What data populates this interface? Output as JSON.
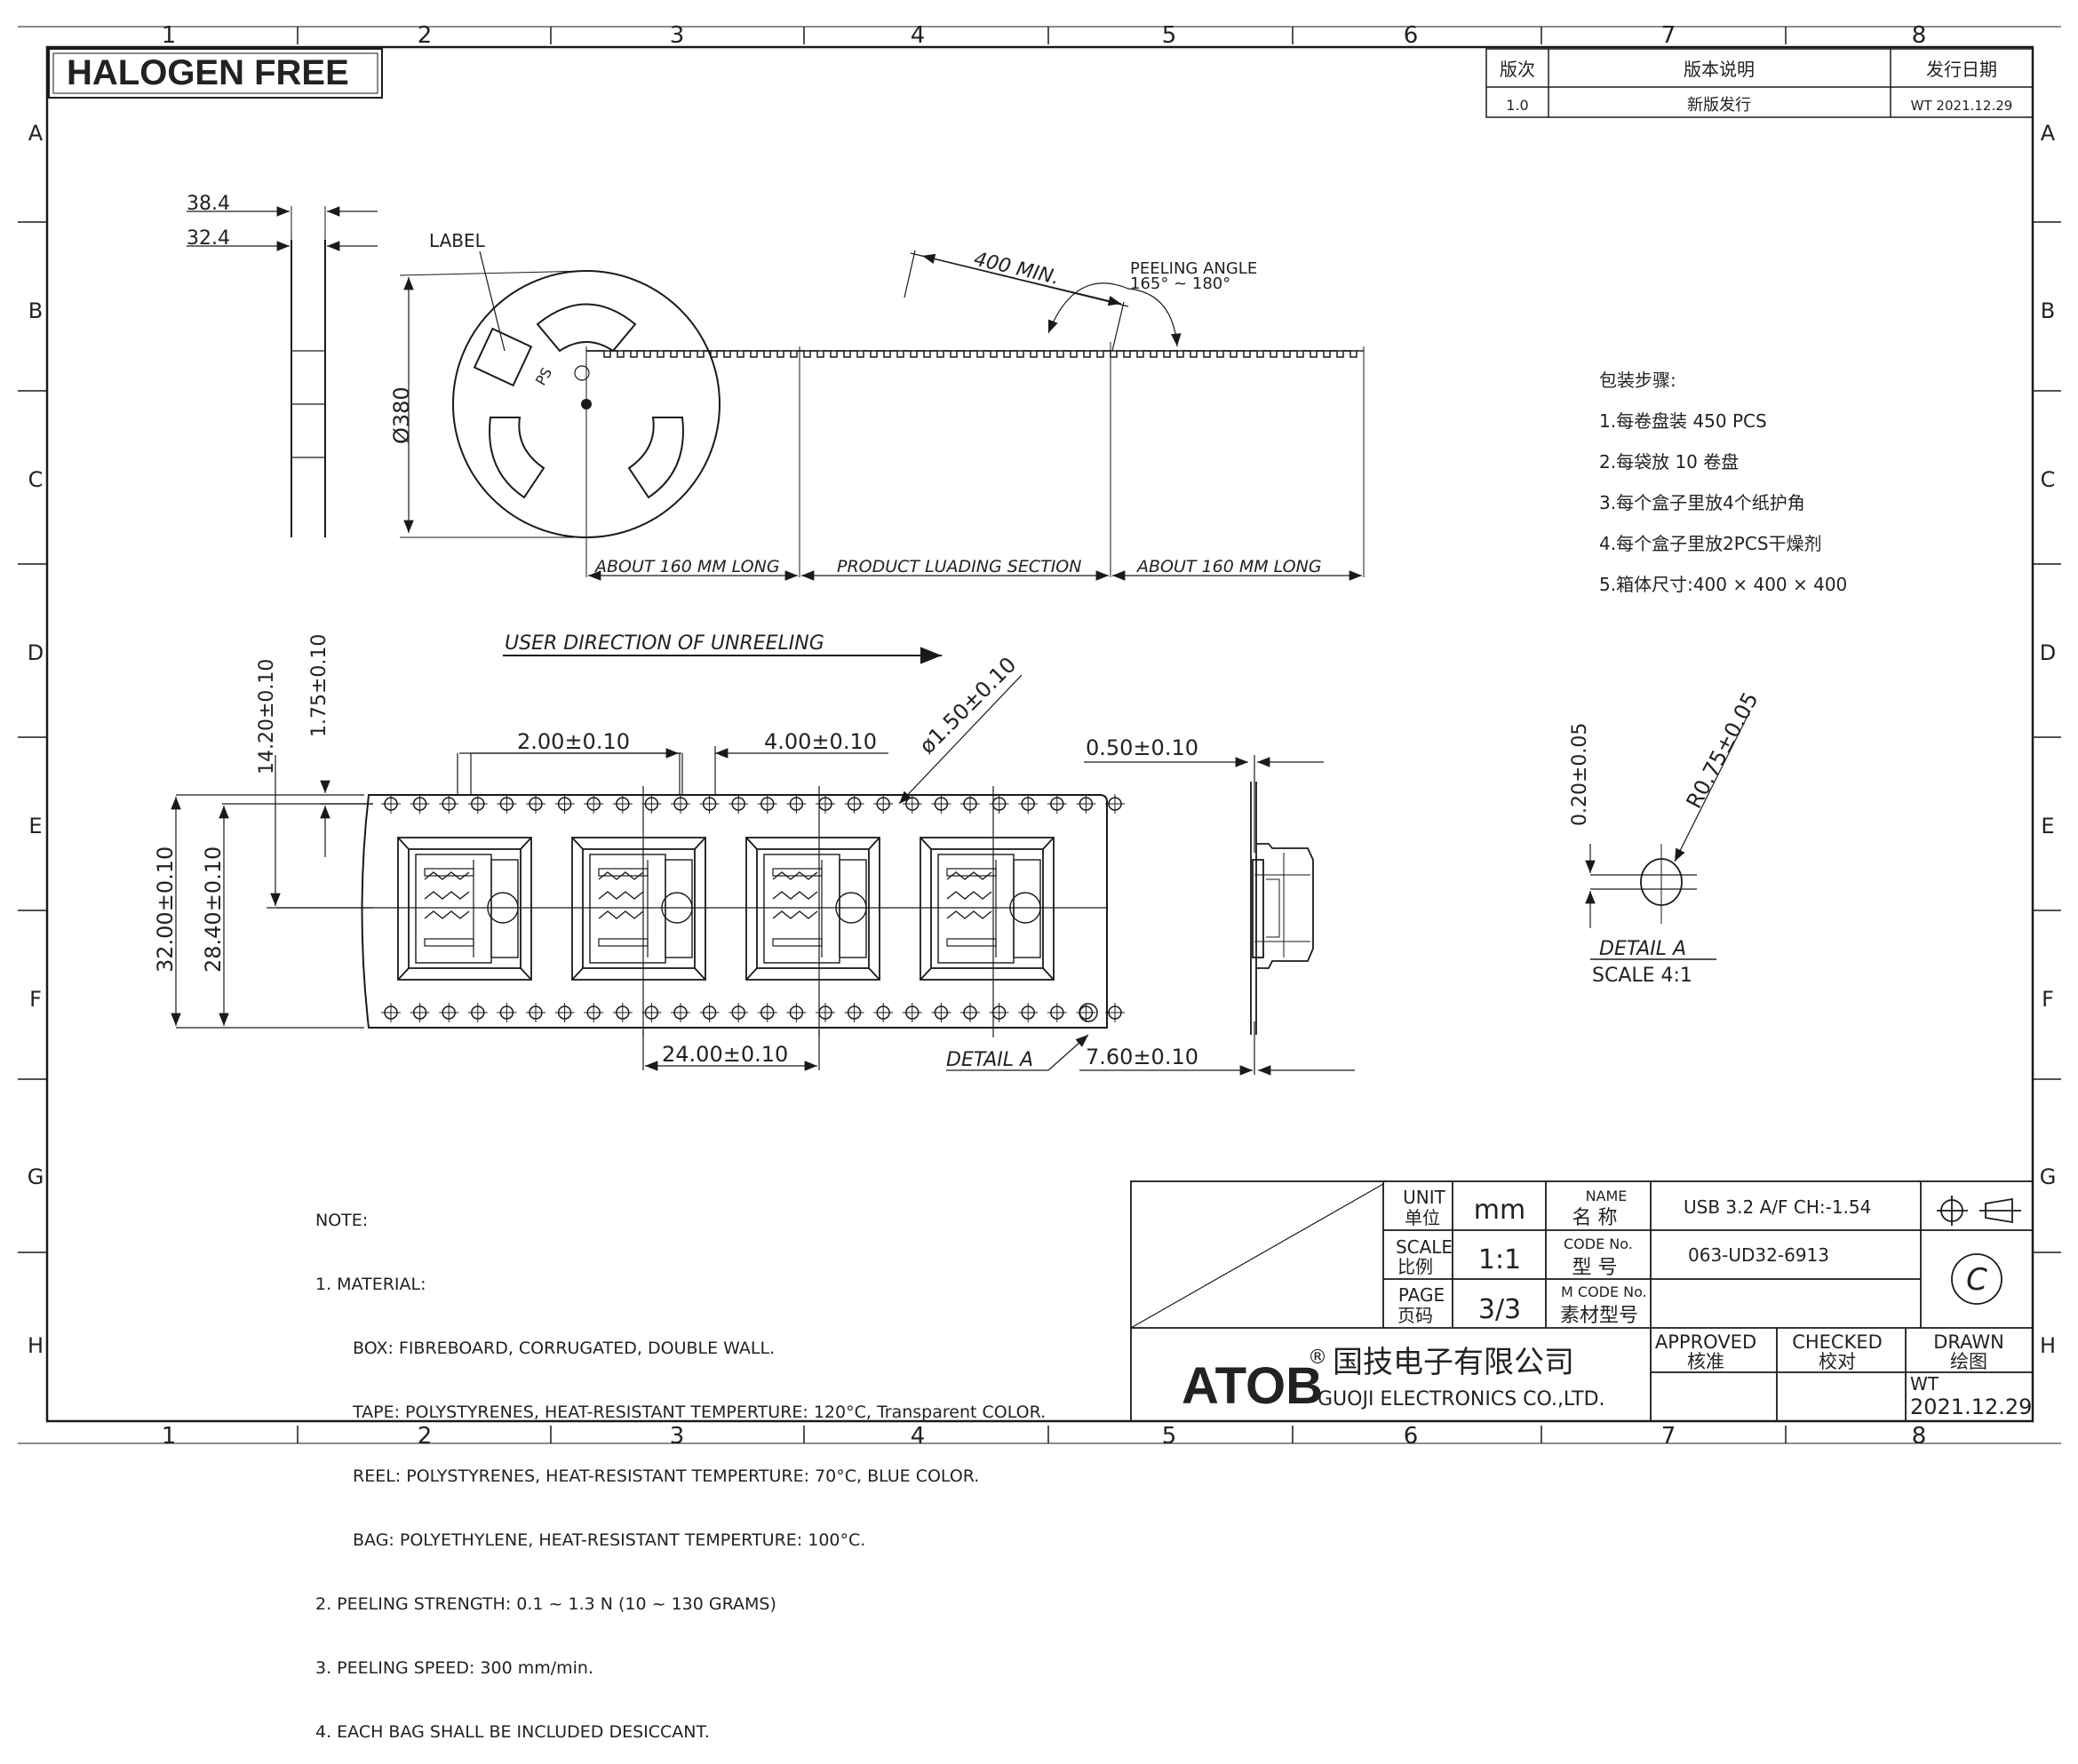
{
  "header": {
    "halogen": "HALOGEN FREE"
  },
  "zones": {
    "cols": [
      "1",
      "2",
      "3",
      "4",
      "5",
      "6",
      "7",
      "8"
    ],
    "rows": [
      "A",
      "B",
      "C",
      "D",
      "E",
      "F",
      "G",
      "H"
    ]
  },
  "revision": {
    "headers": [
      "版次",
      "版本说明",
      "发行日期"
    ],
    "row": [
      "1.0",
      "新版发行",
      "WT  2021.12.29"
    ]
  },
  "reel": {
    "dim_outer": "38.4",
    "dim_inner": "32.4",
    "label": "LABEL",
    "diameter": "Ø380",
    "ps_mark": "PS"
  },
  "tape_top": {
    "min_len": "400 MIN.",
    "peeling_angle": "PEELING ANGLE",
    "peeling_range": "165° ~ 180°",
    "sec1": "ABOUT 160 MM LONG",
    "sec2": "PRODUCT LUADING SECTION",
    "sec3": "ABOUT 160 MM LONG"
  },
  "packing": {
    "title": "包装步骤:",
    "steps": [
      "1.每卷盘装 450  PCS",
      "2.每袋放 10  卷盘",
      "3.每个盒子里放4个纸护角",
      "4.每个盒子里放2PCS干燥剂",
      "5.箱体尺寸:400  ×  400  ×  400"
    ]
  },
  "tape_detail": {
    "direction": "USER DIRECTION OF UNREELING",
    "d_1420": "14.20±0.10",
    "d_175": "1.75±0.10",
    "d_200": "2.00±0.10",
    "d_400": "4.00±0.10",
    "d_150": "ø1.50±0.10",
    "d_050": "0.50±0.10",
    "d_3200": "32.00±0.10",
    "d_2840": "28.40±0.10",
    "d_2400": "24.00±0.10",
    "detail_ref": "DETAIL A",
    "d_760": "7.60±0.10"
  },
  "detail_a": {
    "d_020": "0.20±0.05",
    "r_075": "R0.75±0.05",
    "title": "DETAIL A",
    "scale": "SCALE 4:1"
  },
  "notes": [
    "NOTE:",
    "1. MATERIAL:",
    "    BOX: FIBREBOARD, CORRUGATED, DOUBLE WALL.",
    "    TAPE: POLYSTYRENES, HEAT-RESISTANT TEMPERTURE: 120°C, Transparent COLOR.",
    "    REEL: POLYSTYRENES, HEAT-RESISTANT TEMPERTURE: 70°C, BLUE COLOR.",
    "    BAG: POLYETHYLENE, HEAT-RESISTANT TEMPERTURE: 100°C.",
    "2. PEELING STRENGTH: 0.1 ~ 1.3 N (10 ~ 130 GRAMS)",
    "3. PEELING SPEED: 300 mm/min.",
    "4. EACH BAG SHALL BE INCLUDED DESICCANT."
  ],
  "title_block": {
    "unit_en": "UNIT",
    "unit_cn": "单位",
    "unit_val": "mm",
    "scale_en": "SCALE",
    "scale_cn": "比例",
    "scale_val": "1:1",
    "page_en": "PAGE",
    "page_cn": "页码",
    "page_val": "3/3",
    "name_en": "NAME",
    "name_cn": "名    称",
    "name_val": "USB 3.2 A/F CH:-1.54",
    "code_en": "CODE No.",
    "code_cn": "型    号",
    "code_val": "063-UD32-6913",
    "mcode_en": "M CODE No.",
    "mcode_cn": "素材型号",
    "company_logo": "ATOB",
    "company_reg": "®",
    "company_cn": "国技电子有限公司",
    "company_en": "GUOJI ELECTRONICS CO.,LTD.",
    "approved_en": "APPROVED",
    "approved_cn": "核准",
    "checked_en": "CHECKED",
    "checked_cn": "校对",
    "drawn_en": "DRAWN",
    "drawn_cn": "绘图",
    "drawn_by": "WT",
    "drawn_date": "2021.12.29",
    "copyright": "C"
  },
  "colors": {
    "line": "#1a1a1a",
    "paper": "#ffffff"
  }
}
